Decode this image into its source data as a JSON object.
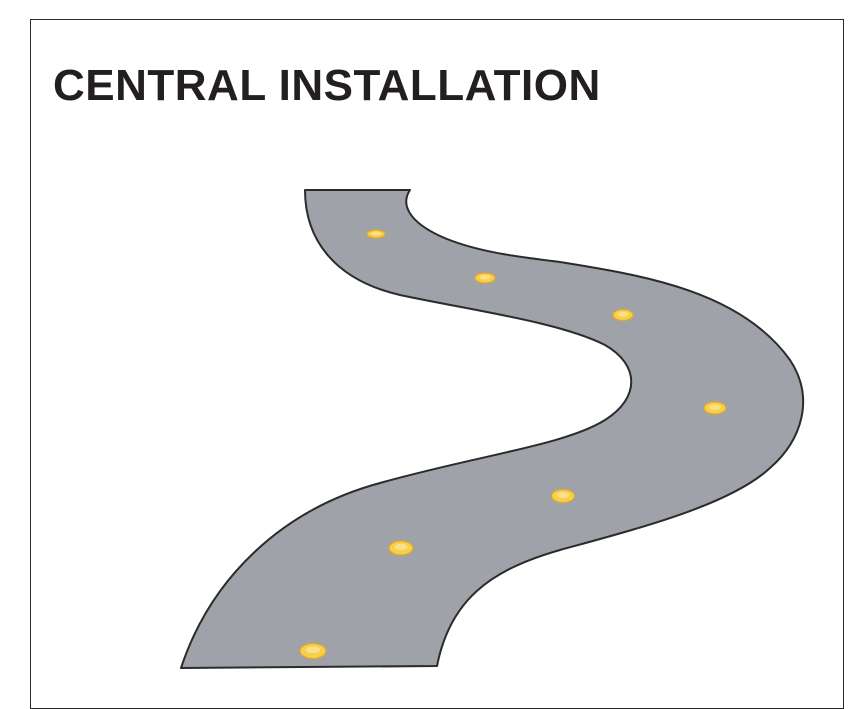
{
  "title": "CENTRAL INSTALLATION",
  "illustration": {
    "subject": "winding road with centre-line reflective markers",
    "colors": {
      "road_fill": "#a0a2a9",
      "road_edge": "#2b2b2b",
      "marker_fill": "#f7cf49",
      "marker_highlight": "#fbe08a",
      "marker_edge": "#e2a92b"
    },
    "marker_count": 7
  }
}
